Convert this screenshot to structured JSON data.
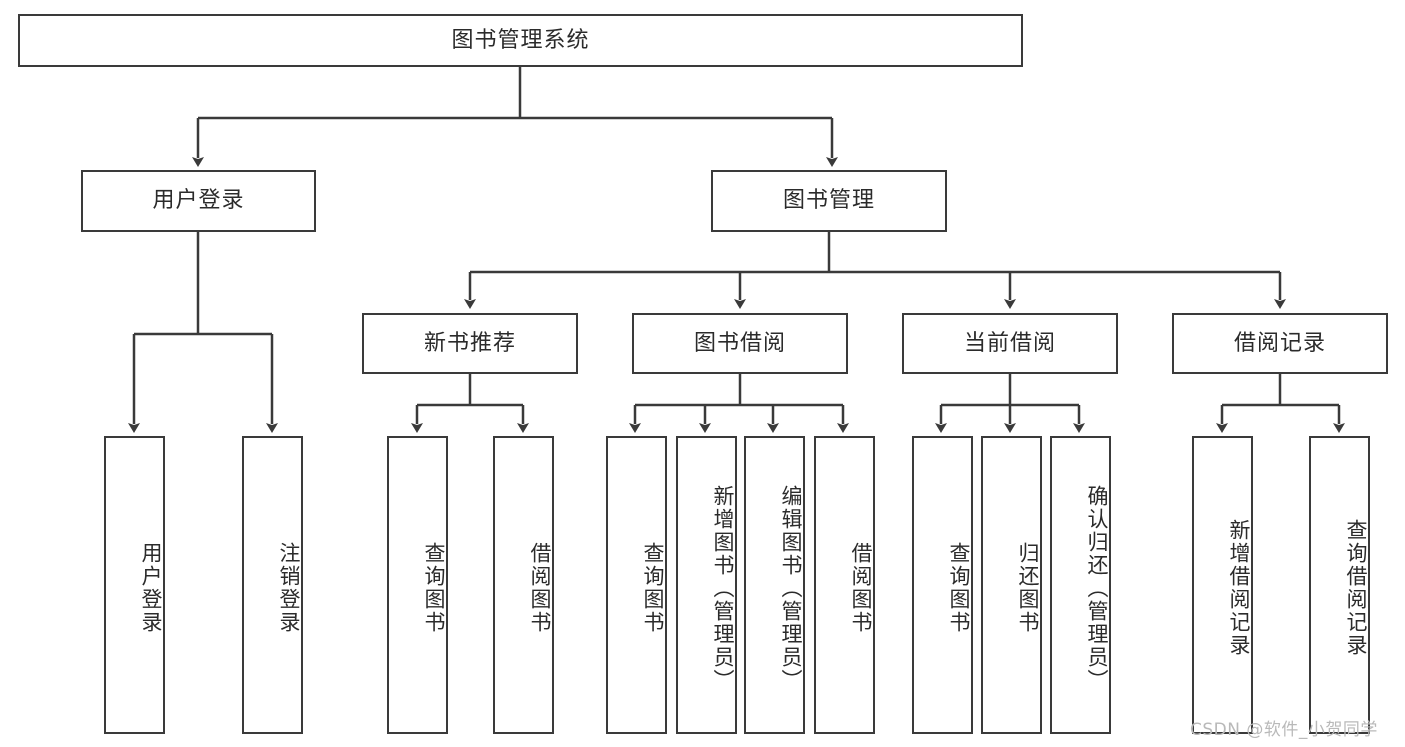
{
  "diagram": {
    "type": "tree",
    "title": "图书管理系统",
    "watermark": "CSDN @软件_小贺同学",
    "levels": {
      "root": {
        "label": "图书管理系统"
      },
      "level2": [
        {
          "id": "user-login",
          "label": "用户登录"
        },
        {
          "id": "book-management",
          "label": "图书管理"
        }
      ],
      "level3": [
        {
          "id": "new-book-recommend",
          "label": "新书推荐",
          "parent": "book-management"
        },
        {
          "id": "book-borrow",
          "label": "图书借阅",
          "parent": "book-management"
        },
        {
          "id": "current-borrow",
          "label": "当前借阅",
          "parent": "book-management"
        },
        {
          "id": "borrow-record",
          "label": "借阅记录",
          "parent": "book-management"
        }
      ],
      "leaves": [
        {
          "id": "leaf-user-login",
          "label": "用户登录",
          "parent": "user-login"
        },
        {
          "id": "leaf-logout",
          "label": "注销登录",
          "parent": "user-login"
        },
        {
          "id": "leaf-query-book-1",
          "label": "查询图书",
          "parent": "new-book-recommend"
        },
        {
          "id": "leaf-borrow-book-1",
          "label": "借阅图书",
          "parent": "new-book-recommend"
        },
        {
          "id": "leaf-query-book-2",
          "label": "查询图书",
          "parent": "book-borrow"
        },
        {
          "id": "leaf-add-book",
          "label": "新增图书（管理员）",
          "parent": "book-borrow"
        },
        {
          "id": "leaf-edit-book",
          "label": "编辑图书（管理员）",
          "parent": "book-borrow"
        },
        {
          "id": "leaf-borrow-book-2",
          "label": "借阅图书",
          "parent": "book-borrow"
        },
        {
          "id": "leaf-query-book-3",
          "label": "查询图书",
          "parent": "current-borrow"
        },
        {
          "id": "leaf-return-book",
          "label": "归还图书",
          "parent": "current-borrow"
        },
        {
          "id": "leaf-confirm-return",
          "label": "确认归还（管理员）",
          "parent": "current-borrow"
        },
        {
          "id": "leaf-add-record",
          "label": "新增借阅记录",
          "parent": "borrow-record"
        },
        {
          "id": "leaf-query-record",
          "label": "查询借阅记录",
          "parent": "borrow-record"
        }
      ]
    },
    "colors": {
      "stroke": "#3a3a3a",
      "fill": "#ffffff",
      "text": "#2b2b2b",
      "watermark": "#b9b9b9"
    }
  }
}
